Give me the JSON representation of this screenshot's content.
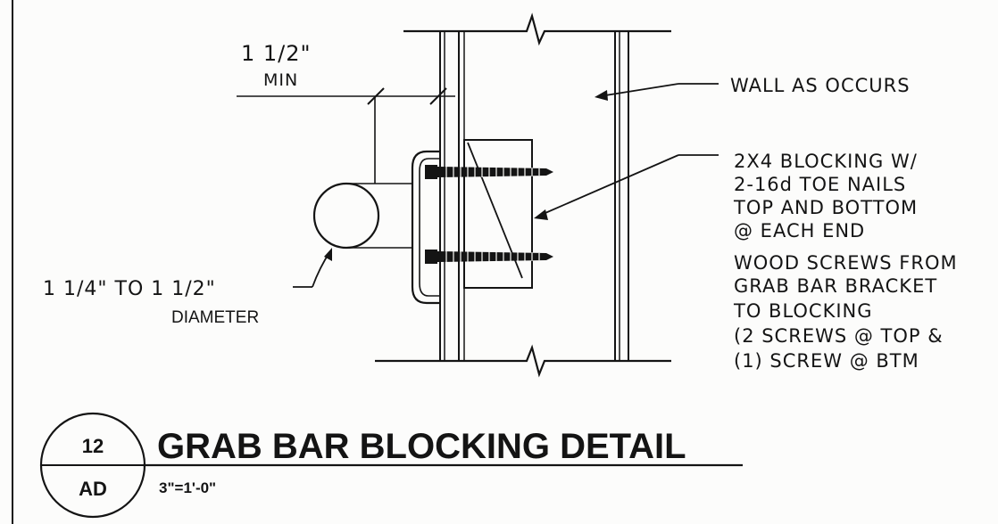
{
  "dimension": {
    "value": "1 1/2\"",
    "qualifier": "MIN"
  },
  "callouts": {
    "wall": "WALL AS OCCURS",
    "blocking": [
      "2X4 BLOCKING W/",
      "2-16d TOE NAILS",
      "TOP AND BOTTOM",
      "@ EACH END"
    ],
    "screws": [
      "WOOD SCREWS FROM",
      "GRAB BAR BRACKET",
      "TO BLOCKING",
      "(2 SCREWS @ TOP &",
      "(1) SCREW @ BTM"
    ],
    "diameter_line1": "1 1/4\" TO 1 1/2\"",
    "diameter_line2": "DIAMETER"
  },
  "detail": {
    "number": "12",
    "sheet": "AD",
    "title": "GRAB BAR BLOCKING DETAIL",
    "scale": "3\"=1'-0\""
  }
}
